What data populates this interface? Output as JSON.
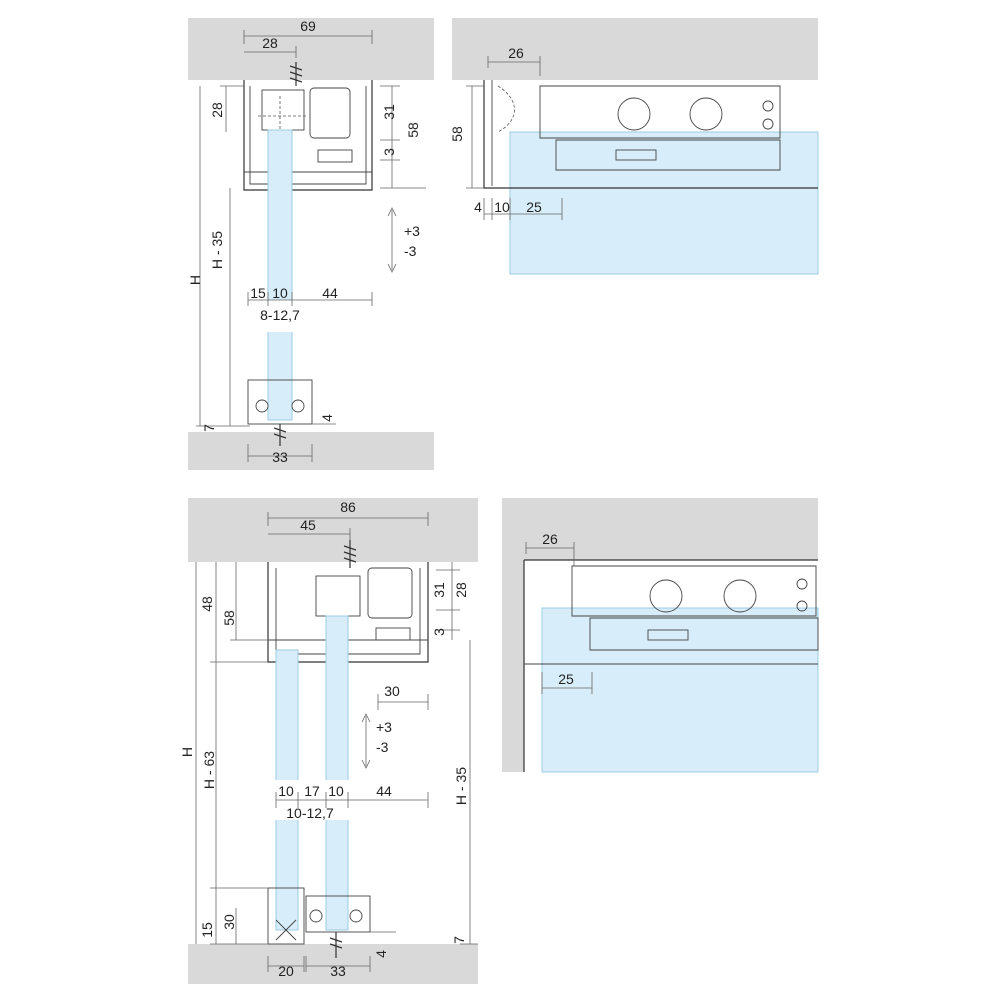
{
  "colors": {
    "wall": "#d9d9d9",
    "glass": "#d7eefa",
    "glass_edge": "#9ccbe6",
    "line": "#333333"
  },
  "top_left": {
    "w69": "69",
    "w28": "28",
    "h28": "28",
    "h31": "31",
    "h58": "58",
    "h3": "3",
    "h_minus": "H - 35",
    "h": "H",
    "plus": "+3",
    "minus": "-3",
    "b15": "15",
    "b10": "10",
    "b44": "44",
    "glass": "8-12,7",
    "h7": "7",
    "h4": "4",
    "w33": "33"
  },
  "top_right": {
    "d26": "26",
    "d58": "58",
    "d4": "4",
    "d10": "10",
    "d25": "25"
  },
  "bottom_left": {
    "w86": "86",
    "w45": "45",
    "h48": "48",
    "h58": "58",
    "h31": "31",
    "h28": "28",
    "h3": "3",
    "w30": "30",
    "plus": "+3",
    "minus": "-3",
    "h": "H",
    "h63": "H - 63",
    "h35": "H - 35",
    "b10a": "10",
    "b17": "17",
    "b10b": "10",
    "b44": "44",
    "glass": "10-12,7",
    "h15": "15",
    "h30": "30",
    "h7": "7",
    "h4": "4",
    "w20": "20",
    "w33": "33"
  },
  "bottom_right": {
    "d26": "26",
    "d25": "25"
  }
}
